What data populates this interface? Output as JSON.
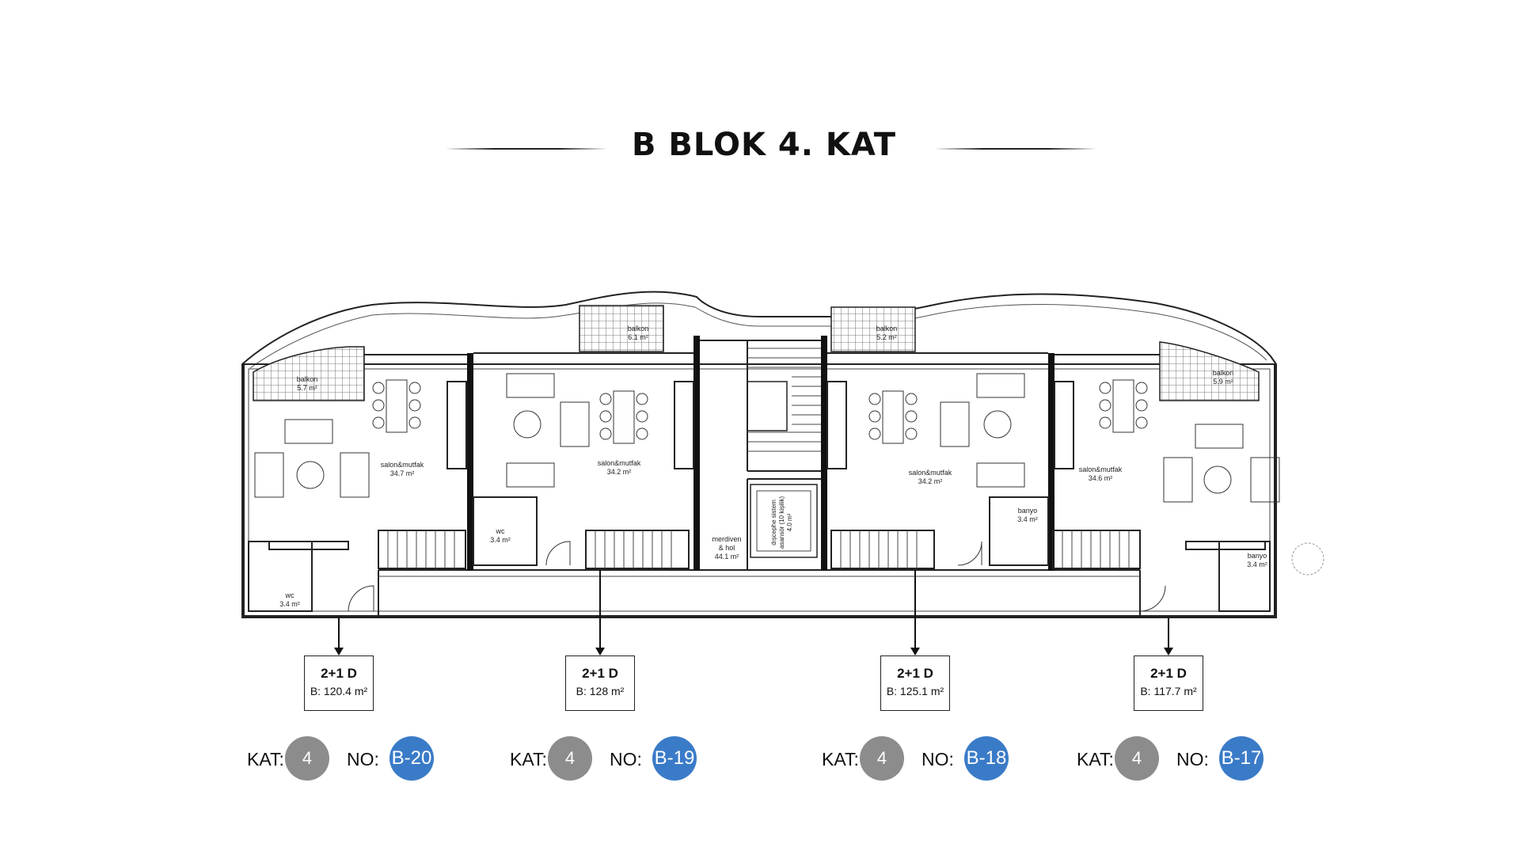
{
  "title": "B BLOK 4.  KAT",
  "colors": {
    "floor_badge": "#8c8c8c",
    "unit_badge": "#3a7bc8",
    "lines": "#222222"
  },
  "badge_labels": {
    "floor": "KAT:",
    "number": "NO:"
  },
  "rooms": {
    "r1_balkon": "balkon",
    "r1_balkon_area": "5.7 m²",
    "r1_salon": "salon&mutfak",
    "r1_salon_area": "34.7 m²",
    "r1_wc": "wc",
    "r1_wc_area": "3.4 m²",
    "r2_balkon": "balkon",
    "r2_balkon_area": "6.1 m²",
    "r2_salon": "salon&mutfak",
    "r2_salon_area": "34.2 m²",
    "r2_wc": "wc",
    "r2_wc_area": "3.4 m²",
    "stair_hall": "merdiven",
    "stair_hall_2": "& hol",
    "stair_hall_area": "44.1 m²",
    "shaft": "dışcephe sistem",
    "shaft_2": "asansör (10 kişilik)",
    "shaft_3": "4.0 m²",
    "r3_balkon": "balkon",
    "r3_balkon_area": "5.2 m²",
    "r3_salon": "salon&mutfak",
    "r3_salon_area": "34.2 m²",
    "r3_banyo": "banyo",
    "r3_banyo_area": "3.4 m²",
    "r4_balkon": "balkon",
    "r4_balkon_area": "5.9 m²",
    "r4_salon": "salon&mutfak",
    "r4_salon_area": "34.6 m²",
    "r4_banyo": "banyo",
    "r4_banyo_area": "3.4 m²"
  },
  "units": [
    {
      "type": "2+1 D",
      "area": "B: 120.4 m²",
      "floor": "4",
      "no": "B-20"
    },
    {
      "type": "2+1 D",
      "area": "B: 128 m²",
      "floor": "4",
      "no": "B-19"
    },
    {
      "type": "2+1 D",
      "area": "B: 125.1 m²",
      "floor": "4",
      "no": "B-18"
    },
    {
      "type": "2+1 D",
      "area": "B: 117.7 m²",
      "floor": "4",
      "no": "B-17"
    }
  ]
}
